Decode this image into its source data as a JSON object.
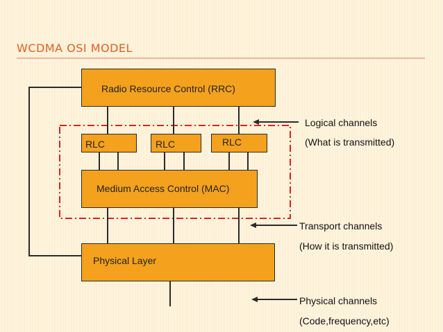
{
  "slide": {
    "title": "WCDMA OSI MODEL"
  },
  "diagram": {
    "rrc_label": "Radio Resource Control (RRC)",
    "rlc_labels": [
      "RLC",
      "RLC",
      "RLC"
    ],
    "mac_label": "Medium Access Control (MAC)",
    "phy_label": "Physical Layer",
    "logical_channels": {
      "line1": "Logical channels",
      "line2": "(What is transmitted)"
    },
    "transport_channels": {
      "line1": "Transport channels",
      "line2": "(How it is transmitted)"
    },
    "physical_channels": {
      "line1": "Physical channels",
      "line2": "(Code,frequency,etc)"
    },
    "colors": {
      "box_fill": "#f4a11e",
      "title": "#e35f1f",
      "dashed_border": "#e02020"
    }
  }
}
